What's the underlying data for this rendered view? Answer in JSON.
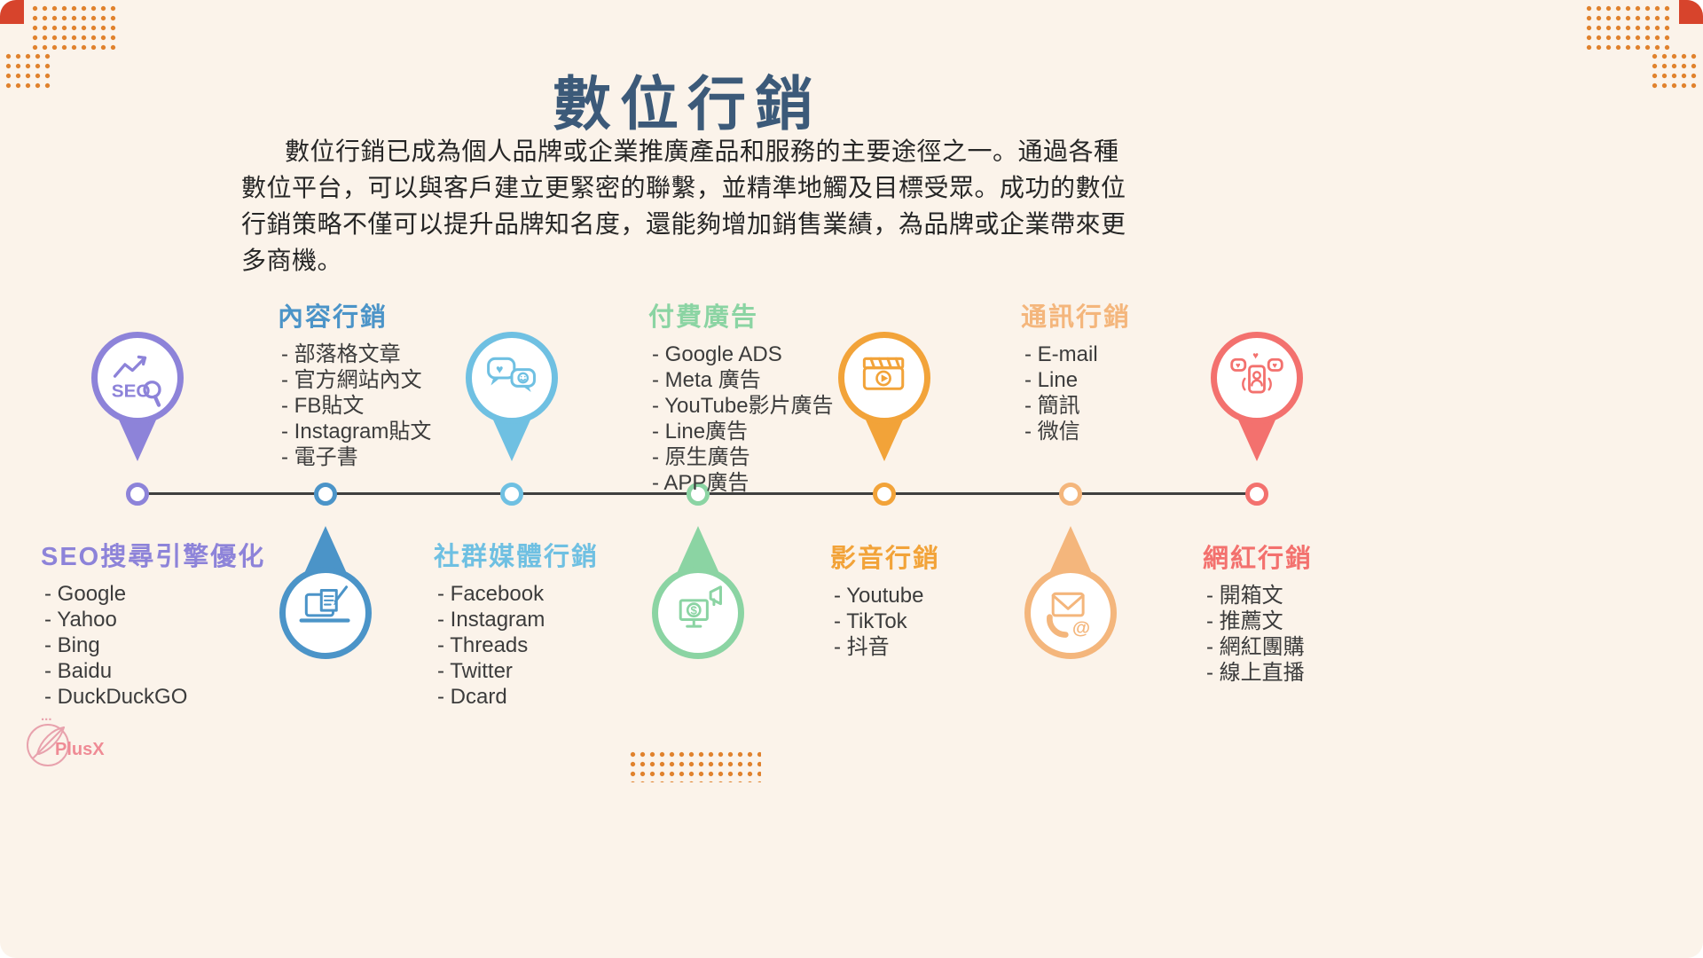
{
  "page": {
    "title": "數位行銷",
    "intro": "數位行銷已成為個人品牌或企業推廣產品和服務的主要途徑之一。通過各種數位平台，可以與客戶建立更緊密的聯繫，並精準地觸及目標受眾。成功的數位行銷策略不僅可以提升品牌知名度，還能夠增加銷售業績，為品牌或企業帶來更多商機。",
    "background_color": "#fbf3ea",
    "title_color": "#3c5a79",
    "timeline_color": "#3f3f3f",
    "accent_dot_color": "#e0822d",
    "corner_square_color": "#d7442c"
  },
  "logo": {
    "text": "PlusX",
    "color": "#ef8b95"
  },
  "categories": [
    {
      "name": "SEO搜尋引擎優化",
      "color": "#8d83d9",
      "icon": "seo-pin-icon",
      "icon_text": "SEO",
      "items": [
        "Google",
        "Yahoo",
        "Bing",
        "Baidu",
        "DuckDuckGO"
      ]
    },
    {
      "name": "內容行銷",
      "color": "#4b94c8",
      "icon": "content-writing-icon",
      "items": [
        "部落格文章",
        "官方網站內文",
        "FB貼文",
        "Instagram貼文",
        "電子書"
      ]
    },
    {
      "name": "社群媒體行銷",
      "color": "#6fc0e2",
      "icon": "chat-bubbles-icon",
      "items": [
        "Facebook",
        "Instagram",
        "Threads",
        "Twitter",
        "Dcard"
      ]
    },
    {
      "name": "付費廣告",
      "color": "#8bd4a3",
      "icon": "ads-monitor-icon",
      "items": [
        "Google ADS",
        "Meta 廣告",
        "YouTube影片廣告",
        "Line廣告",
        "原生廣告",
        "APP廣告"
      ]
    },
    {
      "name": "影音行銷",
      "color": "#f2a339",
      "icon": "clapperboard-icon",
      "items": [
        "Youtube",
        "TikTok",
        "抖音"
      ]
    },
    {
      "name": "通訊行銷",
      "color": "#f4b67c",
      "icon": "email-phone-icon",
      "items": [
        "E-mail",
        "Line",
        "簡訊",
        "微信"
      ]
    },
    {
      "name": "網紅行銷",
      "color": "#f3716e",
      "icon": "influencer-phone-icon",
      "items": [
        "開箱文",
        "推薦文",
        "網紅團購",
        "線上直播"
      ]
    }
  ]
}
